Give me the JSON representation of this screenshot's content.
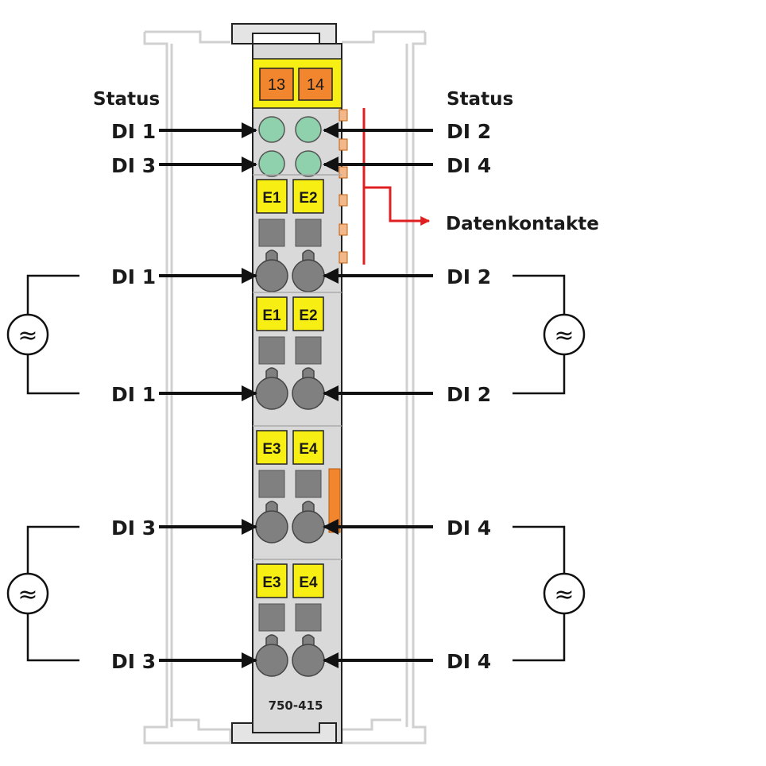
{
  "colors": {
    "accent_red": "#e02020",
    "led_green": "#8fd1ad",
    "label_yellow": "#f7ee14",
    "orange": "#f2862e",
    "housing_gray": "#d7d7d7",
    "dark_gray": "#808080"
  },
  "module": {
    "model_number": "750-415",
    "top_terminals": [
      "13",
      "14"
    ],
    "data_contacts_label": "Datenkontakte"
  },
  "status": {
    "left_heading": "Status",
    "right_heading": "Status",
    "left_leds": [
      "DI 1",
      "DI 3"
    ],
    "right_leds": [
      "DI 2",
      "DI 4"
    ]
  },
  "terminal_blocks": [
    {
      "left_label": "E1",
      "right_label": "E2",
      "left_signal": "DI 1",
      "right_signal": "DI 2"
    },
    {
      "left_label": "E1",
      "right_label": "E2",
      "left_signal": "DI 1",
      "right_signal": "DI 2"
    },
    {
      "left_label": "E3",
      "right_label": "E4",
      "left_signal": "DI 3",
      "right_signal": "DI 4"
    },
    {
      "left_label": "E3",
      "right_label": "E4",
      "left_signal": "DI 3",
      "right_signal": "DI 4"
    }
  ],
  "sources": [
    {
      "side": "left",
      "icon": "ac-source-icon",
      "symbol": "≈"
    },
    {
      "side": "right",
      "icon": "ac-source-icon",
      "symbol": "≈"
    },
    {
      "side": "left",
      "icon": "ac-source-icon",
      "symbol": "≈"
    },
    {
      "side": "right",
      "icon": "ac-source-icon",
      "symbol": "≈"
    }
  ]
}
